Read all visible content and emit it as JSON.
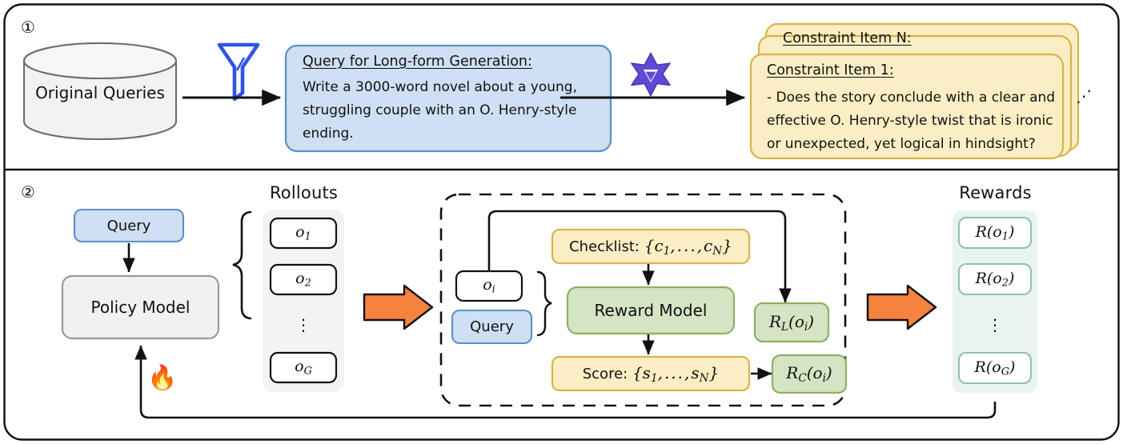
{
  "figure": {
    "panels": [
      {
        "number": "①",
        "name": "data-construction"
      },
      {
        "number": "②",
        "name": "rl-training"
      }
    ]
  },
  "panel1": {
    "number": "①",
    "database": {
      "label": "Original Queries"
    },
    "filter_icon": "funnel-icon",
    "llm_icon": "llm-star-icon",
    "query_card": {
      "heading": "Query for Long-form Generation:",
      "lines": [
        "Write a 3000-word novel about a young,",
        "struggling couple with an O. Henry-style",
        "ending."
      ]
    },
    "constraint_card_back": {
      "heading": "Constraint Item N:"
    },
    "constraint_card_front": {
      "heading": "Constraint Item 1:",
      "lines": [
        "- Does the story conclude with a clear and",
        "effective O. Henry-style twist that is ironic",
        "or unexpected, yet logical in hindsight?"
      ]
    },
    "stack_ellipsis": "⋰"
  },
  "panel2": {
    "number": "②",
    "query_box": {
      "label": "Query"
    },
    "policy_model": {
      "label": "Policy Model"
    },
    "fire_icon": "🔥",
    "rollouts": {
      "title": "Rollouts",
      "items": [
        "o_1",
        "o_2",
        "o_G"
      ],
      "item_labels": [
        {
          "base": "o",
          "sub": "1"
        },
        {
          "base": "o",
          "sub": "2"
        },
        {
          "base": "o",
          "sub": "G"
        }
      ],
      "ellipsis": "⋮"
    },
    "reward_block": {
      "input_o": {
        "base": "o",
        "sub": "i"
      },
      "input_query": {
        "label": "Query"
      },
      "checklist": {
        "label": "Checklist: {c₁, …, c_N}"
      },
      "reward_model": {
        "label": "Reward Model"
      },
      "score": {
        "label": "Score: {s₁, …, s_N}"
      },
      "r_l": {
        "label": "R_L(o_i)"
      },
      "r_c": {
        "label": "R_C(o_i)"
      }
    },
    "rewards": {
      "title": "Rewards",
      "items": [
        "R(o_1)",
        "R(o_2)",
        "R(o_G)"
      ],
      "item_labels": [
        {
          "base": "R(o",
          "sub": "1",
          "tail": ")"
        },
        {
          "base": "R(o",
          "sub": "2",
          "tail": ")"
        },
        {
          "base": "R(o",
          "sub": "G",
          "tail": ")"
        }
      ],
      "ellipsis": "⋮"
    },
    "big_arrows": [
      "arrow-rollouts-to-reward",
      "arrow-reward-to-rewards"
    ]
  },
  "colors": {
    "blue_fill": "#cfdff4",
    "blue_stroke": "#5b8fc9",
    "yellow_fill": "#fbeec4",
    "yellow_stroke": "#d9b44a",
    "green_fill": "#d5e4c3",
    "green_stroke": "#8cb165",
    "gray_fill": "#f1f1f1",
    "gray_stroke": "#9a9a9a",
    "orange_fill": "#f5823f",
    "teal_stroke": "#8fc0b0",
    "mint_fill": "#eaf4ef",
    "funnel_blue": "#2e54e8",
    "logo_purple": "#6049d6",
    "outline": "#111111"
  }
}
